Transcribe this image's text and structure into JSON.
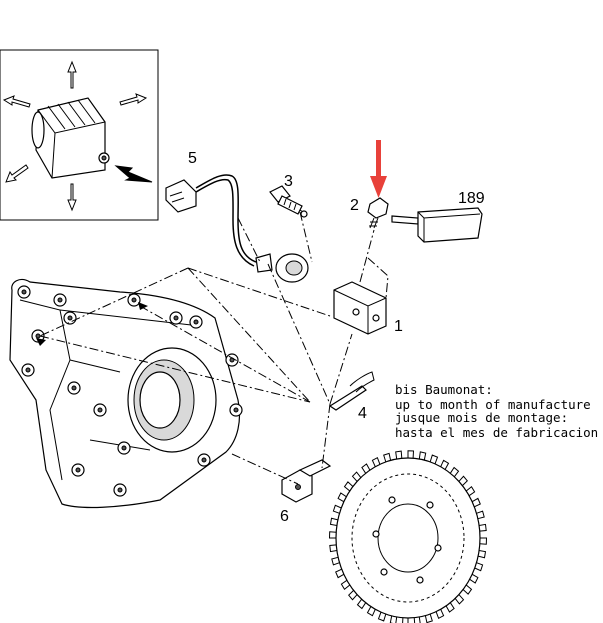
{
  "callouts": {
    "c1": "1",
    "c2": "2",
    "c3": "3",
    "c4": "4",
    "c5": "5",
    "c6": "6",
    "c189": "189"
  },
  "note": {
    "line1": "bis Baumonat:",
    "line2": "up to month of manufacture",
    "line3": "jusque mois de montage:",
    "line4": "hasta el mes de fabricacion"
  },
  "colors": {
    "highlight_arrow": "#e8413a",
    "ink": "#000000",
    "paper": "#ffffff"
  }
}
